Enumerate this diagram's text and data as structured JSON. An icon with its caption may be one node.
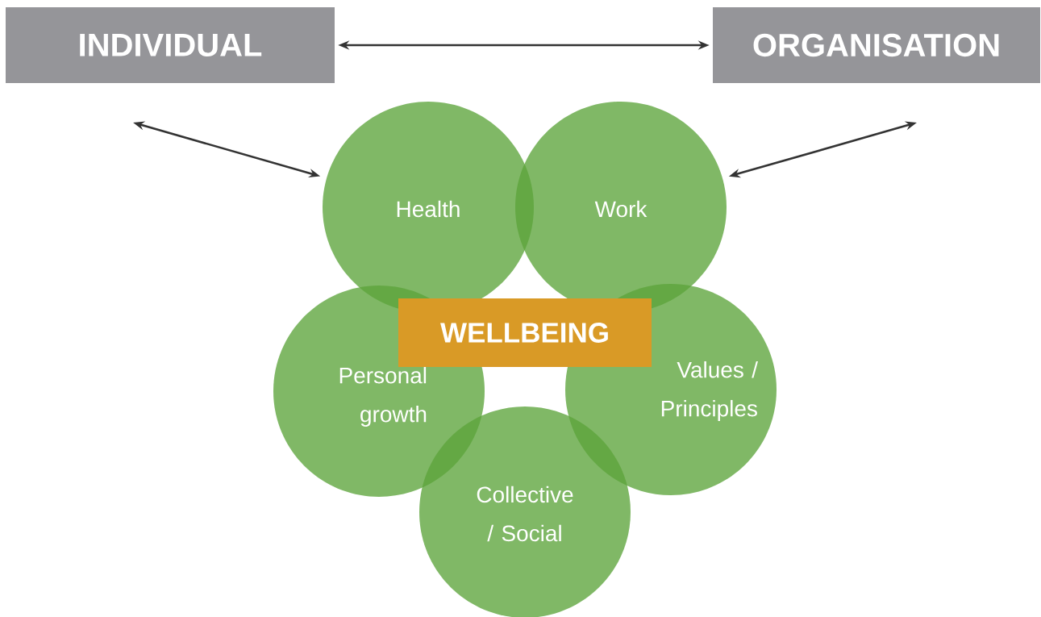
{
  "diagram": {
    "nodes": [
      {
        "text": [
          "INDIVIDUAL"
        ]
      },
      {
        "text": [
          "ORGANISATION"
        ]
      },
      {
        "text": [
          "Health"
        ]
      },
      {
        "text": [
          "Work"
        ]
      },
      {
        "text": [
          "Personal growth"
        ]
      },
      {
        "text": [
          "Values / Principles"
        ]
      },
      {
        "text": [
          "Collective / Social"
        ]
      },
      {
        "text": [
          "WELLBEING"
        ]
      }
    ],
    "edges": [
      {
        "from": 0,
        "to": 1,
        "arrow": "both"
      },
      {
        "from": null,
        "to": 2,
        "arrow": "both"
      },
      {
        "from": null,
        "to": 3,
        "arrow": "both"
      }
    ]
  }
}
